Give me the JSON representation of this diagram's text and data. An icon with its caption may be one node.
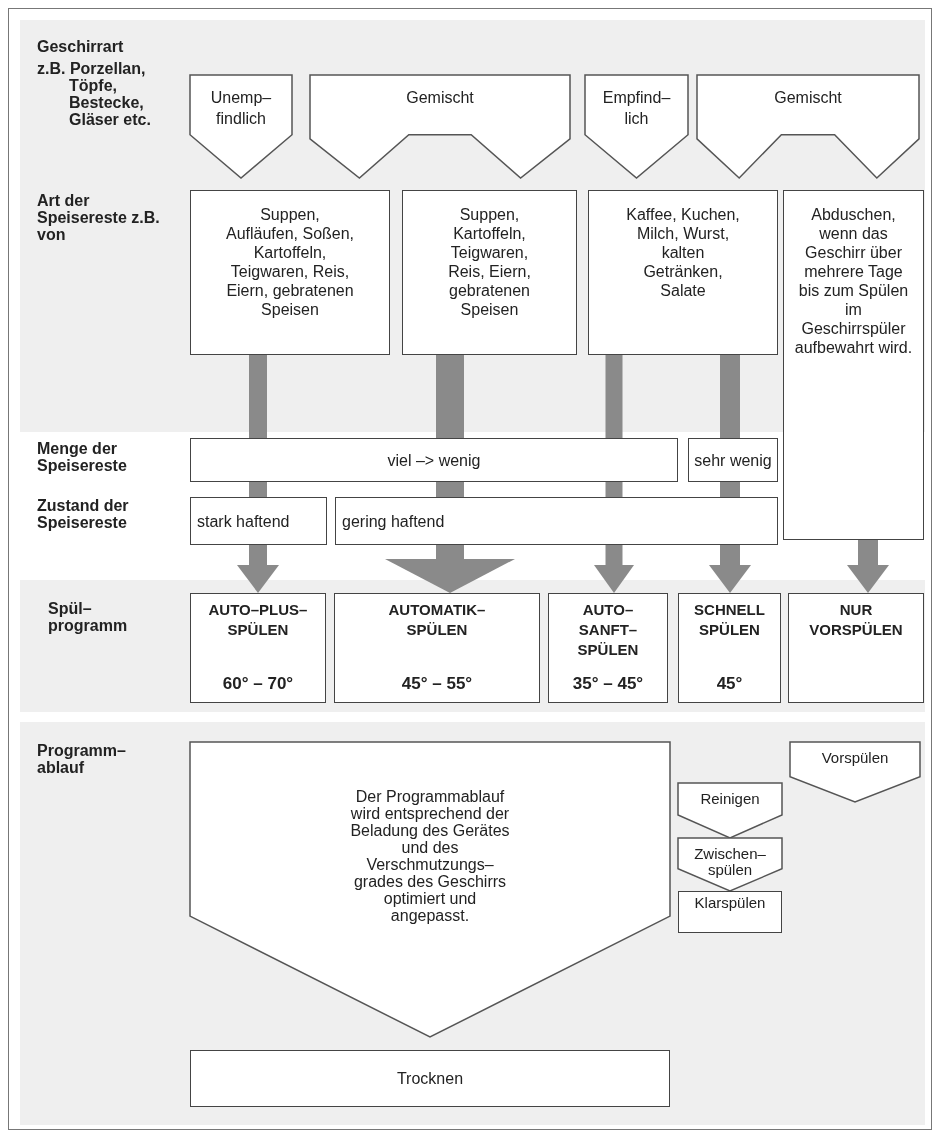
{
  "diagram": {
    "nodes": [
      {
        "text": [
          "Unemp– findlich"
        ]
      },
      {
        "text": [
          "Gemischt"
        ]
      },
      {
        "text": [
          "Empfind– lich"
        ]
      },
      {
        "text": [
          "Gemischt"
        ]
      },
      {
        "text": [
          "Suppen, Aufläufen, Soßen, Kartoffeln, Teigwaren, Reis, Eiern, gebratenen Speisen"
        ]
      },
      {
        "text": [
          "Suppen, Kartoffeln, Teigwaren, Reis, Eiern, gebratenen Speisen"
        ]
      },
      {
        "text": [
          "Kaffee, Kuchen, Milch, Wurst, kalten Getränken, Salate"
        ]
      },
      {
        "text": [
          "Abduschen, wenn das Geschirr über mehrere Tage bis zum Spülen im Geschirrspüler aufbewahrt wird."
        ]
      },
      {
        "text": [
          "viel –> wenig"
        ]
      },
      {
        "text": [
          "sehr wenig"
        ]
      },
      {
        "text": [
          "stark haftend"
        ]
      },
      {
        "text": [
          "gering haftend"
        ]
      },
      {
        "text": [
          "AUTO–PLUS– SPÜLEN",
          "60° – 70°"
        ]
      },
      {
        "text": [
          "AUTOMATIK– SPÜLEN",
          "45° – 55°"
        ]
      },
      {
        "text": [
          "AUTO– SANFT– SPÜLEN",
          "35° – 45°"
        ]
      },
      {
        "text": [
          "SCHNELL SPÜLEN",
          "45°"
        ]
      },
      {
        "text": [
          "NUR VORSPÜLEN"
        ]
      },
      {
        "text": [
          "Der Programmablauf wird entsprechend der Beladung des Gerätes und des Verschmutzungs– grades des Geschirrs optimiert und angepasst."
        ]
      },
      {
        "text": [
          "Trocknen"
        ]
      },
      {
        "text": [
          "Vorspülen"
        ]
      },
      {
        "text": [
          "Reinigen"
        ]
      },
      {
        "text": [
          "Zwischen– spülen"
        ]
      },
      {
        "text": [
          "Klarspülen"
        ]
      }
    ],
    "edges": [
      {
        "from": 4,
        "to": 8,
        "arrow": "none"
      },
      {
        "from": 8,
        "to": 10,
        "arrow": "none"
      },
      {
        "from": 10,
        "to": 12,
        "arrow": "to"
      },
      {
        "from": 5,
        "to": 8,
        "arrow": "none"
      },
      {
        "from": 8,
        "to": 11,
        "arrow": "none"
      },
      {
        "from": 11,
        "to": 13,
        "arrow": "to"
      },
      {
        "from": 6,
        "to": 8,
        "arrow": "none"
      },
      {
        "from": 8,
        "to": 11,
        "arrow": "none"
      },
      {
        "from": 11,
        "to": 14,
        "arrow": "to"
      },
      {
        "from": 6,
        "to": 9,
        "arrow": "none"
      },
      {
        "from": 9,
        "to": 11,
        "arrow": "none"
      },
      {
        "from": 11,
        "to": 15,
        "arrow": "to"
      },
      {
        "from": 7,
        "to": 16,
        "arrow": "to"
      }
    ],
    "labels": [
      "Geschirrart",
      "z.B. Porzellan, Töpfe, Bestecke, Gläser etc.",
      "Art der Speisereste z.B. von",
      "Menge der Speisereste",
      "Zustand der Speisereste",
      "Spül– programm",
      "Programm– ablauf"
    ]
  }
}
